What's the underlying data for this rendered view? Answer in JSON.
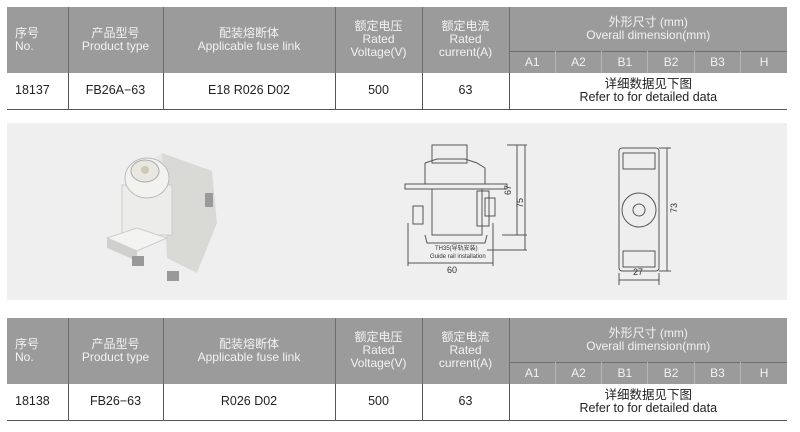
{
  "headers": {
    "no_cn": "序号",
    "no_en": "No.",
    "type_cn": "产品型号",
    "type_en": "Product type",
    "fuse_cn": "配装熔断体",
    "fuse_en": "Applicable fuse link",
    "volt_cn": "额定电压",
    "volt_en1": "Rated",
    "volt_en2": "Voltage(V)",
    "curr_cn": "额定电流",
    "curr_en1": "Rated",
    "curr_en2": "current(A)",
    "dim_cn": "外形尺寸 (mm)",
    "dim_en": "Overall dimension(mm)",
    "dim_cols": [
      "A1",
      "A2",
      "B1",
      "B2",
      "B3",
      "H"
    ]
  },
  "rows": [
    {
      "no": "18137",
      "type": "FB26A−63",
      "fuse": "E18 R026 D02",
      "voltage": "500",
      "current": "63",
      "dim_cn": "详细数据见下图",
      "dim_en": "Refer to for detailed data"
    },
    {
      "no": "18138",
      "type": "FB26−63",
      "fuse": "R026 D02",
      "voltage": "500",
      "current": "63",
      "dim_cn": "详细数据见下图",
      "dim_en": "Refer to for detailed data"
    }
  ],
  "drawing": {
    "dim_67": "67",
    "dim_75": "75",
    "dim_60": "60",
    "dim_73": "73",
    "dim_27": "27",
    "rail_cn": "TH35(导轨安装)",
    "rail_en": "Guide rail installation"
  },
  "colors": {
    "header_bg": "#9b9b9b",
    "panel_bg": "#efefef"
  }
}
